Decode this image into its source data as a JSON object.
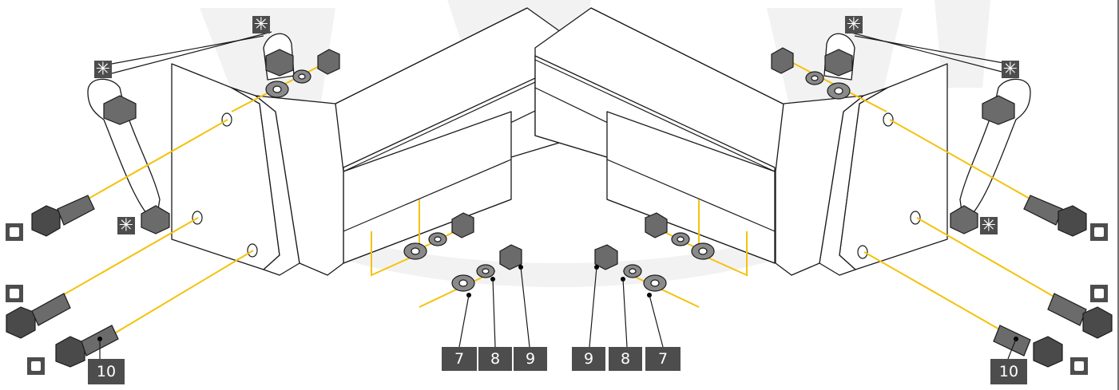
{
  "diagram": {
    "callouts": {
      "left_washer": "7",
      "left_spring": "8",
      "left_nut": "9",
      "right_nut": "9",
      "right_spring": "8",
      "right_washer": "7",
      "left_pin": "10",
      "right_pin": "10"
    },
    "star_symbol": "✳",
    "square_symbol": "□",
    "colors": {
      "guide_line": "#f4c20d",
      "label_box": "#4d4d4d",
      "metal": "#6b6b6b",
      "watermark": "#f2f2f2"
    }
  }
}
